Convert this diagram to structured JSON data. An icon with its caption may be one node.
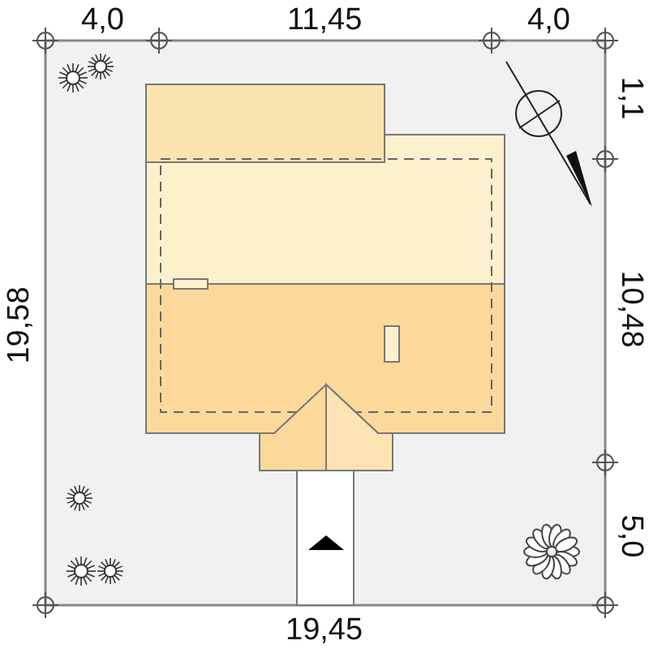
{
  "diagram": {
    "labels": [
      "4,0",
      "11,45",
      "4,0",
      "1,1",
      "19,58",
      "10,48",
      "5,0",
      "19,45"
    ]
  }
}
